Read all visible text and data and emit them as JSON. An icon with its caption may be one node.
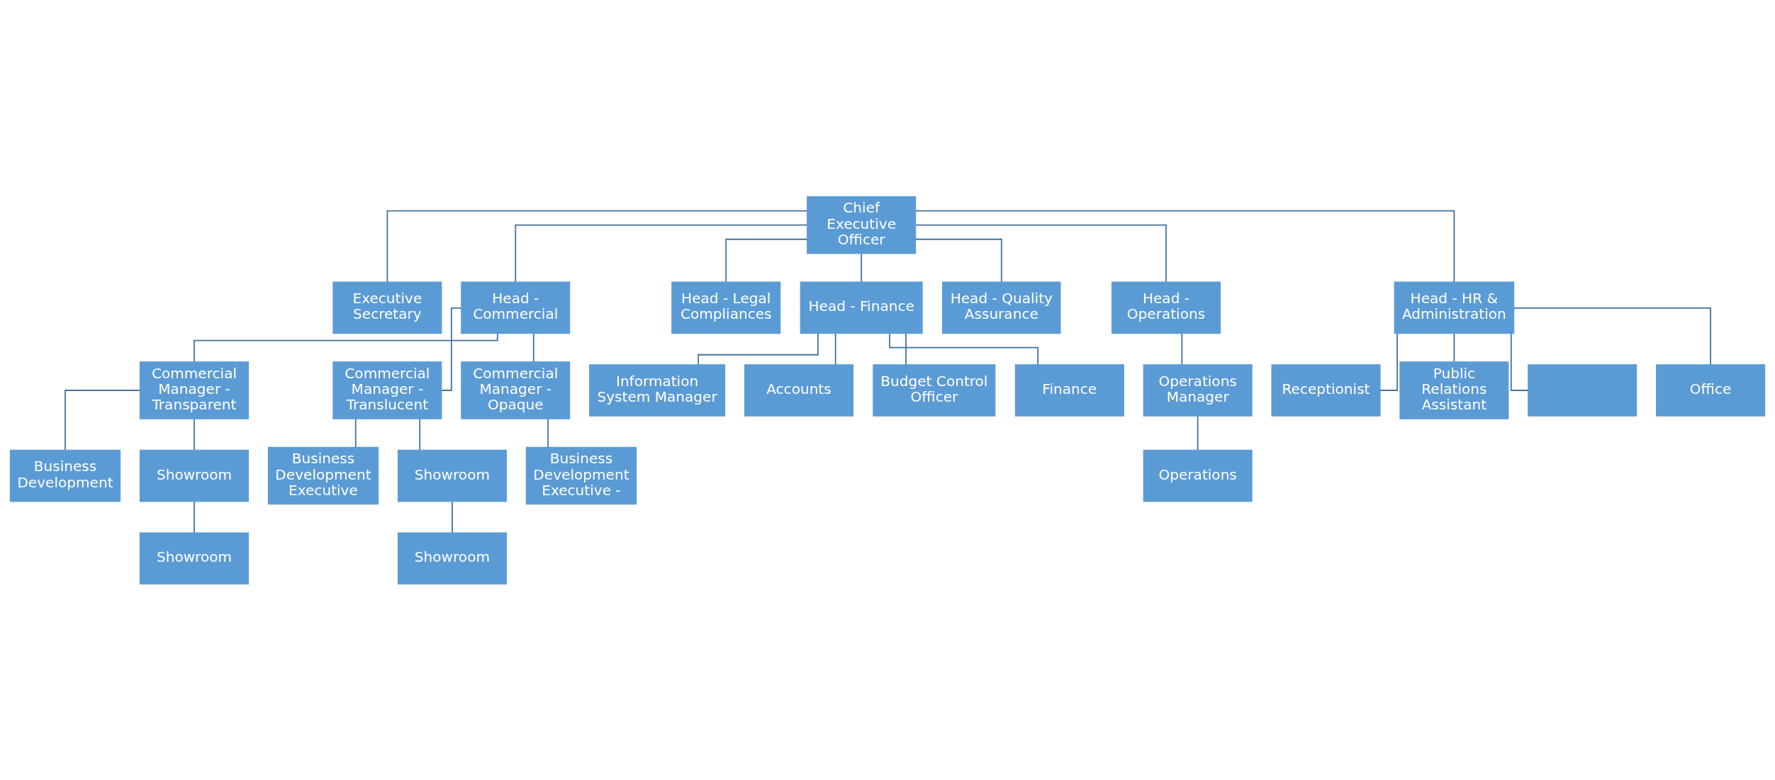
{
  "diagram": {
    "nodes": [
      {
        "text": [
          "Chief Executive Officer"
        ]
      },
      {
        "text": [
          "Executive Secretary"
        ]
      },
      {
        "text": [
          "Head - Commercial"
        ]
      },
      {
        "text": [
          "Head - Legal Compliances"
        ]
      },
      {
        "text": [
          "Head - Finance"
        ]
      },
      {
        "text": [
          "Head - Quality Assurance"
        ]
      },
      {
        "text": [
          "Head - Operations"
        ]
      },
      {
        "text": [
          "Head - HR & Administration"
        ]
      },
      {
        "text": [
          "Commercial Manager - Transparent"
        ]
      },
      {
        "text": [
          "Commercial Manager - Translucent"
        ]
      },
      {
        "text": [
          "Commercial Manager - Opaque"
        ]
      },
      {
        "text": [
          "Business Development"
        ]
      },
      {
        "text": [
          "Showroom"
        ]
      },
      {
        "text": [
          "Showroom"
        ]
      },
      {
        "text": [
          "Business Development Executive"
        ]
      },
      {
        "text": [
          "Showroom"
        ]
      },
      {
        "text": [
          "Showroom"
        ]
      },
      {
        "text": [
          "Business Development Executive -"
        ]
      },
      {
        "text": [
          "Information System Manager"
        ]
      },
      {
        "text": [
          "Accounts"
        ]
      },
      {
        "text": [
          "Budget Control Officer"
        ]
      },
      {
        "text": [
          "Finance"
        ]
      },
      {
        "text": [
          "Operations Manager"
        ]
      },
      {
        "text": [
          "Operations"
        ]
      },
      {
        "text": [
          "Receptionist"
        ]
      },
      {
        "text": [
          "Public Relations Assistant"
        ]
      },
      {
        "text": [],
        "shape": "box"
      },
      {
        "text": [
          "Office"
        ]
      }
    ],
    "edges": [
      {
        "from": 0,
        "to": 1,
        "arrow": "none"
      },
      {
        "from": 0,
        "to": 2,
        "arrow": "none"
      },
      {
        "from": 0,
        "to": 3,
        "arrow": "none"
      },
      {
        "from": 0,
        "to": 4,
        "arrow": "none"
      },
      {
        "from": 0,
        "to": 5,
        "arrow": "none"
      },
      {
        "from": 0,
        "to": 6,
        "arrow": "none"
      },
      {
        "from": 0,
        "to": 7,
        "arrow": "none"
      },
      {
        "from": 2,
        "to": 8,
        "arrow": "none"
      },
      {
        "from": 2,
        "to": 9,
        "arrow": "none"
      },
      {
        "from": 2,
        "to": 10,
        "arrow": "none"
      },
      {
        "from": 8,
        "to": 11,
        "arrow": "none"
      },
      {
        "from": 8,
        "to": 12,
        "arrow": "none"
      },
      {
        "from": 12,
        "to": 13,
        "arrow": "none"
      },
      {
        "from": 9,
        "to": 14,
        "arrow": "none"
      },
      {
        "from": 9,
        "to": 15,
        "arrow": "none"
      },
      {
        "from": 15,
        "to": 16,
        "arrow": "none"
      },
      {
        "from": 10,
        "to": 17,
        "arrow": "none"
      },
      {
        "from": 4,
        "to": 18,
        "arrow": "none"
      },
      {
        "from": 4,
        "to": 19,
        "arrow": "none"
      },
      {
        "from": 4,
        "to": 20,
        "arrow": "none"
      },
      {
        "from": 4,
        "to": 21,
        "arrow": "none"
      },
      {
        "from": 6,
        "to": 22,
        "arrow": "none"
      },
      {
        "from": 22,
        "to": 23,
        "arrow": "none"
      },
      {
        "from": 7,
        "to": 24,
        "arrow": "none"
      },
      {
        "from": 7,
        "to": 25,
        "arrow": "none"
      },
      {
        "from": 7,
        "to": 26,
        "arrow": "none"
      },
      {
        "from": 7,
        "to": 27,
        "arrow": "none"
      }
    ]
  }
}
